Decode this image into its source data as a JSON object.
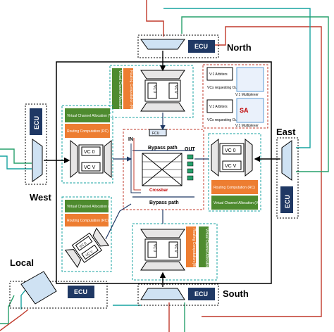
{
  "directions": {
    "north": "North",
    "south": "South",
    "east": "East",
    "west": "West",
    "local": "Local"
  },
  "ecu": "ECU",
  "va": "Virtual Channel Allocation (VA)",
  "rc": "Routing Computation (RC)",
  "vc0": "VC 0",
  "vcv": "VC V",
  "fcu": "FCU",
  "in": "IN",
  "out": "OUT",
  "bypass": "Bypass path",
  "crossbar": "Crossbar",
  "arbiters": "V:1 Arbiters",
  "vcs_req": "VCs requesting Output ports",
  "mux": "V:1 Multiplexer",
  "sa": "SA",
  "colors": {
    "green": "#4e8b2f",
    "orange": "#ed7d31",
    "ecu_blue": "#1f3864",
    "mux_blue": "#5b9bd5",
    "wire_red": "#c0392b",
    "wire_green": "#27a06b",
    "wire_teal": "#17a3a0"
  }
}
